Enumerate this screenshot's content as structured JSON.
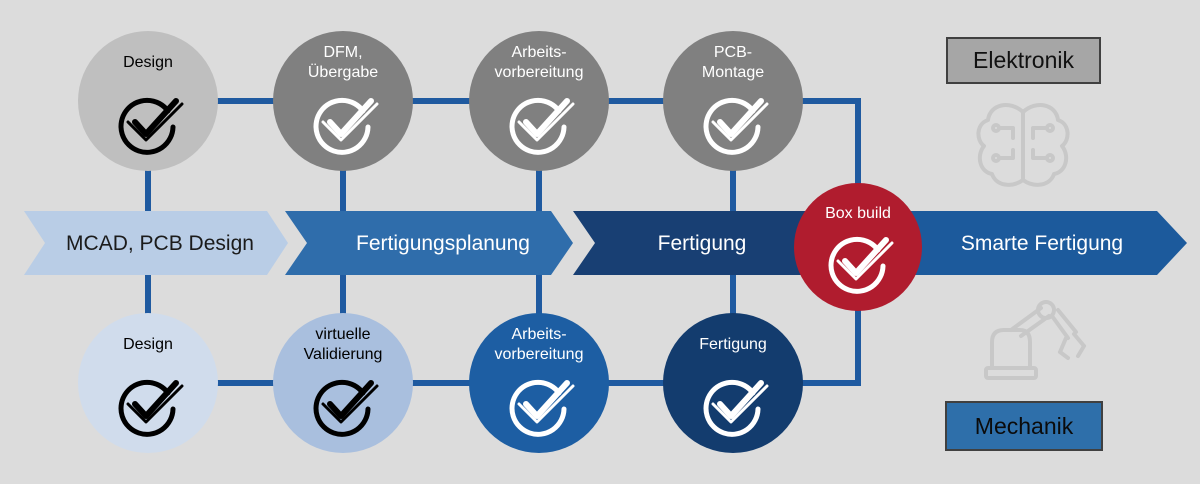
{
  "phases": [
    {
      "label": "MCAD, PCB Design",
      "fill": "#b9cde6",
      "text_color": "#1b1b1b"
    },
    {
      "label": "Fertigungsplanung",
      "fill": "#2f6dab",
      "text_color": "#ffffff"
    },
    {
      "label": "Fertigung",
      "fill": "#183f73",
      "text_color": "#ffffff"
    },
    {
      "label": "Smarte Fertigung",
      "fill": "#1c5a9c",
      "text_color": "#ffffff"
    }
  ],
  "elektronik_steps": [
    {
      "label": [
        "Design"
      ],
      "fill": "#bfbfbf",
      "check_color": "#000000"
    },
    {
      "label": [
        "DFM,",
        "Übergabe"
      ],
      "fill": "#808080",
      "check_color": "#ffffff"
    },
    {
      "label": [
        "Arbeits-",
        "vorbereitung"
      ],
      "fill": "#808080",
      "check_color": "#ffffff"
    },
    {
      "label": [
        "PCB-",
        "Montage"
      ],
      "fill": "#808080",
      "check_color": "#ffffff"
    }
  ],
  "mechanik_steps": [
    {
      "label": [
        "Design"
      ],
      "fill": "#d0dcec",
      "check_color": "#000000"
    },
    {
      "label": [
        "virtuelle",
        "Validierung"
      ],
      "fill": "#a9bfde",
      "check_color": "#000000"
    },
    {
      "label": [
        "Arbeits-",
        "vorbereitung"
      ],
      "fill": "#1d5ea3",
      "check_color": "#ffffff"
    },
    {
      "label": [
        "Fertigung"
      ],
      "fill": "#133c6e",
      "check_color": "#ffffff"
    }
  ],
  "box_build": {
    "label": "Box build",
    "fill": "#b01c2e",
    "check_color": "#ffffff"
  },
  "legend": {
    "elektronik": "Elektronik",
    "mechanik": "Mechanik"
  },
  "icons": {
    "elektronik": "brain-circuit-icon",
    "mechanik": "robot-arm-icon"
  },
  "colors": {
    "background": "#dcdcdc",
    "connector": "#1f5aa0",
    "icon_gray": "#c8c8c8"
  }
}
